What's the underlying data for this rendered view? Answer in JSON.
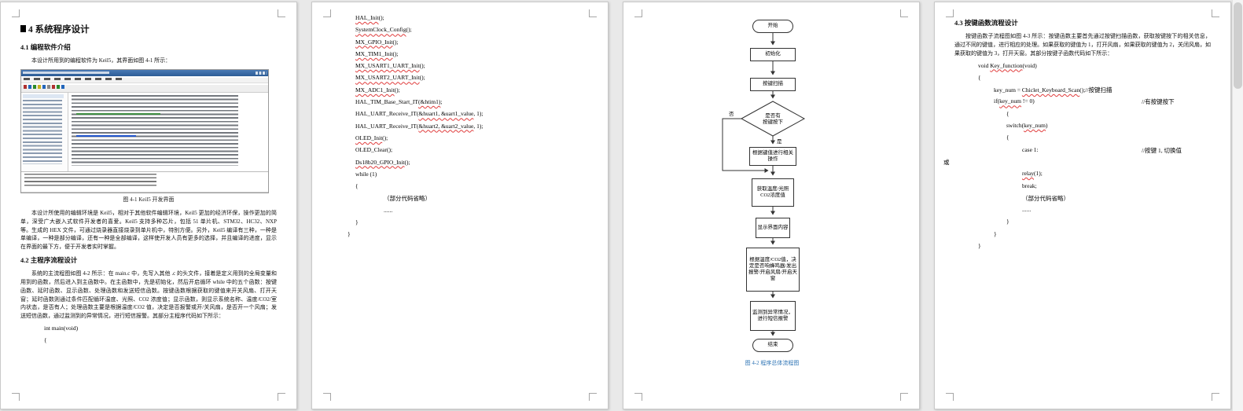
{
  "page1": {
    "chapter_heading": "4 系统程序设计",
    "section1_heading": "4.1 编程软件介绍",
    "para_intro": "本设计所用到的编程软件为 Keil5，其界面如图 4-1 所示：",
    "figure_caption": "图 4-1 Keil5 开发界面",
    "para_keil": "本设计所使用的编辑环境是 Keil5，相对于其他软件编辑环境，Keil5 更加的经济环保，操作更加的简单，深受广大嵌入式软件开发者的喜爱。Keil5 支持多种芯片，包括 51 单片机、STM32、HC32、NXP 等。生成的 HEX 文件，可通过烧录器直接烧录到单片机中，特别方便。另外，Keil5 编译有三种，一种是单编译，一种是部分编译，还有一种是全部编译，这样使开发人员有更多的选择，并且编译的进度，显示在界面的最下方，便于开发者实时掌握。",
    "section2_heading": "4.2 主程序流程设计",
    "para_main": "系统的主流程图如图 4-2 所示：在 main.c 中，先写入其他 .c 的头文件，接着是定义用到的全局变量和用到的函数，然后进入到主函数中。在主函数中，先是初始化，然后开启循环 while 中的五个函数：按键函数、延时函数、显示函数、处理函数和发送短信函数。按键函数根据获取的键值来开关风扇、打开天窗；延时函数则通过条件匹配循环温度、光照、CO2 浓度值；显示函数，则显示系统名称、温度/CO2/室内状态，是否有人；处理函数主要是根据温度/CO2 值，决定是否报警或开/关风扇，是否开一个风扇；发送短信函数，通过监测到的异常情况，进行短信报警。其部分主程序代码如下所示：",
    "code_lines": [
      "int main(void)",
      "{"
    ]
  },
  "page2": {
    "code_lines": [
      {
        "i": 0,
        "b": "HAL_Init",
        "c": "();"
      },
      {
        "i": 0,
        "b": "SystemClock_Config",
        "c": "();"
      },
      {
        "i": 0,
        "b": "MX_GPIO_Init",
        "c": "();"
      },
      {
        "i": 0,
        "b": "MX_TIM1_Init",
        "c": "();"
      },
      {
        "i": 0,
        "b": "MX_USART1_UART_Init",
        "c": "();"
      },
      {
        "i": 0,
        "b": "MX_USART2_UART_Init",
        "c": "();"
      },
      {
        "i": 0,
        "b": "MX_ADC1_Init",
        "c": "();"
      },
      {
        "i": 0,
        "a": "HAL_TIM_Base_Start_IT",
        "b": "(&htim1)",
        "c": ";"
      },
      {
        "i": 0,
        "a": "HAL_UART_Receive_IT(",
        "b": "&huart1, &uart1_value",
        "c": ", 1);"
      },
      {
        "i": 0,
        "a": "HAL_UART_Receive_IT(",
        "b": "&huart2, &uart2_value",
        "c": ", 1);"
      },
      {
        "i": 0,
        "b": "OLED_Init",
        "c": "();"
      },
      {
        "i": 0,
        "c": "OLED_Clear();"
      },
      {
        "i": 0,
        "b": "Ds18b20_GPIO_Init",
        "c": "();"
      },
      {
        "i": 0,
        "c": "while (1)"
      },
      {
        "i": 0,
        "c": "{"
      },
      {
        "i": 2,
        "c": "（部分代码省略）"
      },
      {
        "i": 2,
        "c": "......"
      },
      {
        "i": 0,
        "c": "}"
      },
      {
        "i": 4,
        "c": "}"
      }
    ]
  },
  "page3": {
    "flowchart": {
      "start": "开始",
      "init": "初始化",
      "scan": "按键扫描",
      "diamond_line1": "是否有",
      "diamond_line2": "按键按下",
      "no": "否",
      "yes": "是",
      "op": "根据键值进行相关操作",
      "get": "获取温度/光照CO2浓度值",
      "display": "显示界面内容",
      "decide": "根据温度/CO2值，决定是否响蜂鸣器/发出报警/开启风扇/开启天窗",
      "alarm": "监测到异常情况，进行短信报警",
      "end": "结束"
    },
    "figure_caption": "图 4-2 程序总体流程图"
  },
  "page4": {
    "section_heading": "4.3 按键函数流程设计",
    "para": "按键函数子流程图如图 4-3 所示：按键函数主要首先通过按键扫描函数，获取按键按下的相关信息，通过不同的键值，进行相应的处理。如果获取的键值为 1，打开风扇，如果获取的键值为 2，关闭风扇，如果获取的键值为 3，打开天窗。其部分按键子函数代码如下所示：",
    "code_lines": [
      {
        "i": 0,
        "a": "void ",
        "b": "Key_function",
        "c": "(void)"
      },
      {
        "i": 0,
        "c": "{"
      },
      {
        "i": 1,
        "a": "key_num = ",
        "b": "Chiclet_Keyboard_Scan",
        "c": "();//按键扫描"
      },
      {
        "i": 1,
        "a": "if(",
        "b": "key_num",
        "c": " != 0)",
        "cm": "//有按键按下"
      },
      {
        "i": 2,
        "c": "{"
      },
      {
        "i": 2,
        "a": "switch(",
        "b": "key_num",
        "c": ")"
      },
      {
        "i": 2,
        "c": "{"
      },
      {
        "i": 3,
        "c": "case 1:",
        "cm": "//按键 1, 切换值"
      },
      {
        "i": -1,
        "c": "或"
      },
      {
        "i": 3,
        "b": "relay",
        "c": "(1);"
      },
      {
        "i": 3,
        "c": "break;"
      },
      {
        "i": 3,
        "c": "（部分代码省略）"
      },
      {
        "i": 3,
        "c": "......"
      },
      {
        "i": 2,
        "c": "}"
      },
      {
        "i": 1,
        "c": "}"
      },
      {
        "i": 0,
        "c": "}"
      }
    ]
  }
}
